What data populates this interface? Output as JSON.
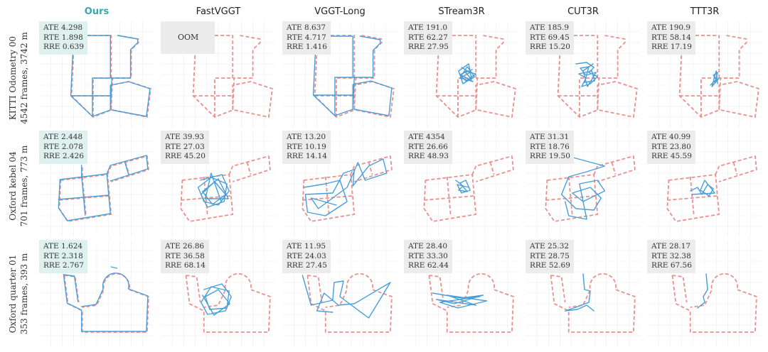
{
  "columns": [
    {
      "label": "Ours",
      "highlight": true
    },
    {
      "label": "FastVGGT"
    },
    {
      "label": "VGGT-Long"
    },
    {
      "label": "STream3R"
    },
    {
      "label": "CUT3R"
    },
    {
      "label": "TTT3R"
    }
  ],
  "rows": [
    {
      "line1": "KITTI Odometry 00",
      "line2": "4542 frames, 3742 m"
    },
    {
      "line1": "Oxford kebel 04",
      "line2": "701 frames, 773 m"
    },
    {
      "line1": "Oxford quarter 01",
      "line2": "353 frames, 393 m"
    }
  ],
  "metrics": [
    [
      {
        "ate": "ATE 4.298",
        "rte": "RTE 1.898",
        "rre": "RRE 0.639"
      },
      {
        "oom": "OOM"
      },
      {
        "ate": "ATE 8.637",
        "rte": "RTE 4.717",
        "rre": "RRE 1.416"
      },
      {
        "ate": "ATE 191.0",
        "rte": "RTE 62.27",
        "rre": "RRE 27.95"
      },
      {
        "ate": "ATE 185.9",
        "rte": "RTE 69.45",
        "rre": "RRE 15.20"
      },
      {
        "ate": "ATE 190.9",
        "rte": "RTE 58.14",
        "rre": "RRE 17.19"
      }
    ],
    [
      {
        "ate": "ATE 2.448",
        "rte": "RTE 2.078",
        "rre": "RRE 2.426"
      },
      {
        "ate": "ATE 39.93",
        "rte": "RTE 27.03",
        "rre": "RRE 45.20"
      },
      {
        "ate": "ATE 13.20",
        "rte": "RTE 10.19",
        "rre": "RRE 14.14"
      },
      {
        "ate": "ATE 4354",
        "rte": "RTE 26.66",
        "rre": "RRE 48.93"
      },
      {
        "ate": "ATE 31.31",
        "rte": "RTE 18.76",
        "rre": "RRE 19.50"
      },
      {
        "ate": "ATE 40.99",
        "rte": "RTE 23.80",
        "rre": "RRE 45.59"
      }
    ],
    [
      {
        "ate": "ATE 1.624",
        "rte": "RTE 2.318",
        "rre": "RRE 2.767"
      },
      {
        "ate": "ATE 26.86",
        "rte": "RTE 36.58",
        "rre": "RRE 68.14"
      },
      {
        "ate": "ATE 11.95",
        "rte": "RTE 24.03",
        "rre": "RRE 27.45"
      },
      {
        "ate": "ATE 28.40",
        "rte": "RTE 33.30",
        "rre": "RRE 62.44"
      },
      {
        "ate": "ATE 25.32",
        "rte": "RTE 28.75",
        "rre": "RRE 52.69"
      },
      {
        "ate": "ATE 28.17",
        "rte": "RTE 32.38",
        "rre": "RRE 67.56"
      }
    ]
  ],
  "colors": {
    "ours_title": "#3aa9a5",
    "ground_truth": "#e8918e",
    "estimate": "#4a9fd8",
    "grid": "#ededed",
    "metric_box": "#ececec",
    "metric_box_ours": "#dff1ef"
  }
}
